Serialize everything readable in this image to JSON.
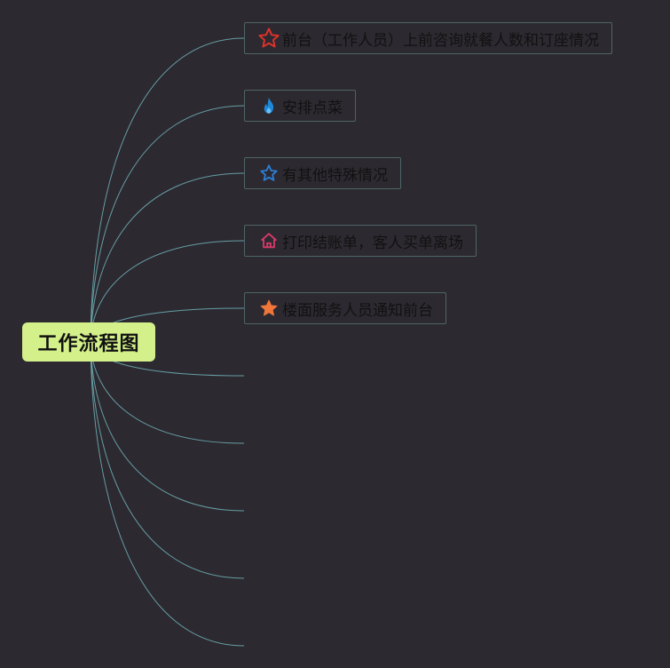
{
  "root": {
    "label": "工作流程图"
  },
  "topics": [
    {
      "label": "前台（工作人员）上前咨询就餐人数和订座情况",
      "icon": "star-outline-icon",
      "icon_color": "#e0322b"
    },
    {
      "label": "安排点菜",
      "icon": "fire-icon",
      "icon_color": "#1e88d8"
    },
    {
      "label": "有其他特殊情况",
      "icon": "star-outline-icon",
      "icon_color": "#2b7fd8"
    },
    {
      "label": "打印结账单，客人买单离场",
      "icon": "home-icon",
      "icon_color": "#d83a6a"
    },
    {
      "label": "楼面服务人员通知前台",
      "icon": "star-filled-icon",
      "icon_color": "#f0763a"
    }
  ],
  "colors": {
    "background": "#2d2930",
    "connector": "#6fb3b8",
    "root_fill": "#d3f08a",
    "topic_border": "#4d6568"
  }
}
